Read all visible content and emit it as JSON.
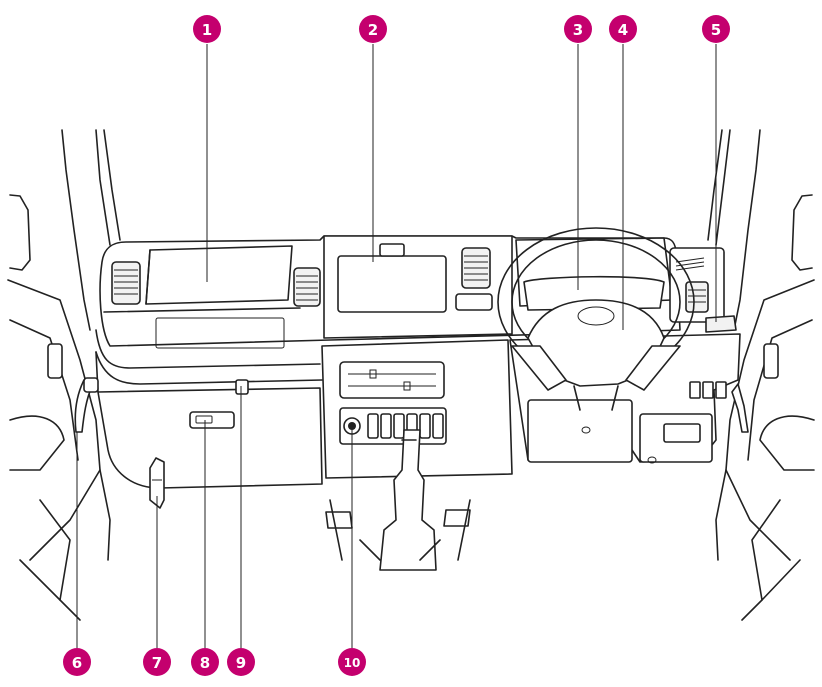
{
  "callouts": [
    {
      "id": "c1",
      "label": "1"
    },
    {
      "id": "c2",
      "label": "2"
    },
    {
      "id": "c3",
      "label": "3"
    },
    {
      "id": "c4",
      "label": "4"
    },
    {
      "id": "c5",
      "label": "5"
    },
    {
      "id": "c6",
      "label": "6"
    },
    {
      "id": "c7",
      "label": "7"
    },
    {
      "id": "c8",
      "label": "8"
    },
    {
      "id": "c9",
      "label": "9"
    },
    {
      "id": "c10",
      "label": "10"
    }
  ],
  "colors": {
    "callout_badge": "#c4006e",
    "line_art": "#222222",
    "background": "#ffffff"
  }
}
